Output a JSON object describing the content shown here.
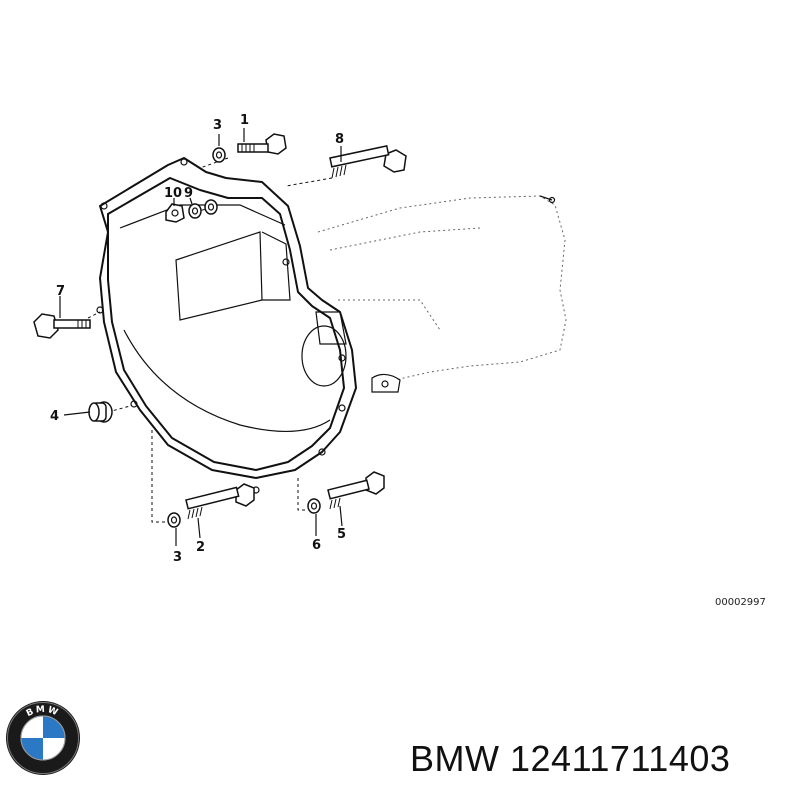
{
  "diagram": {
    "callouts": [
      {
        "id": "c3a",
        "label": "3"
      },
      {
        "id": "c1",
        "label": "1"
      },
      {
        "id": "c8",
        "label": "8"
      },
      {
        "id": "c10",
        "label": "10"
      },
      {
        "id": "c9",
        "label": "9"
      },
      {
        "id": "c7",
        "label": "7"
      },
      {
        "id": "c4",
        "label": "4"
      },
      {
        "id": "c3b",
        "label": "3"
      },
      {
        "id": "c2",
        "label": "2"
      },
      {
        "id": "c6",
        "label": "6"
      },
      {
        "id": "c5",
        "label": "5"
      }
    ],
    "drawing_code": "00002997"
  },
  "footer": {
    "brand": "BMW",
    "part_number": "12411711403",
    "logo": {
      "text": "BMW",
      "colors": {
        "ring": "#1a1a1a",
        "blue": "#2b78c4",
        "white": "#ffffff"
      }
    }
  }
}
